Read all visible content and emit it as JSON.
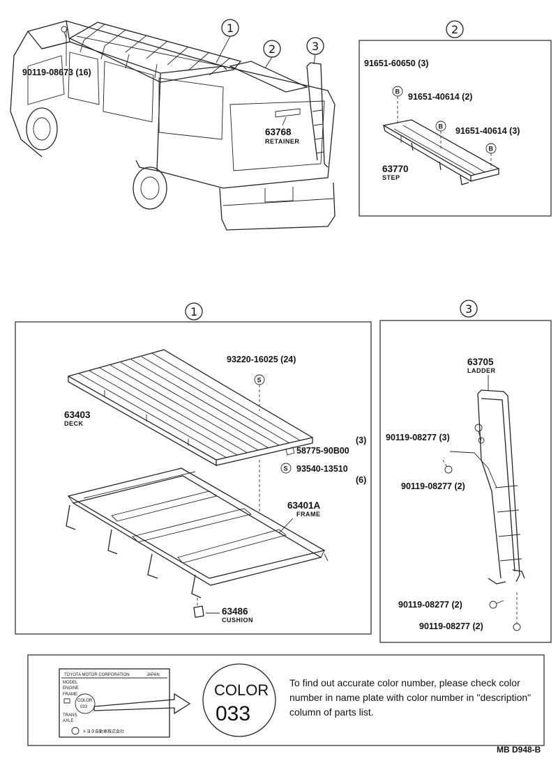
{
  "callouts": {
    "c1": "1",
    "c2": "2",
    "c3": "3"
  },
  "top": {
    "bolt_roof": {
      "pn": "90119-08673",
      "qty": "(16)"
    },
    "retainer": {
      "pn": "63768",
      "name": "RETAINER"
    }
  },
  "step_box": {
    "p1": {
      "pn": "91651-60650",
      "qty": "(3)"
    },
    "p2": {
      "pn": "91651-40614",
      "qty": "(2)"
    },
    "p3": {
      "pn": "91651-40614",
      "qty": "(3)"
    },
    "step": {
      "pn": "63770",
      "name": "STEP"
    },
    "sym_b": "B"
  },
  "deck_box": {
    "deck": {
      "pn": "63403",
      "name": "DECK"
    },
    "screw": {
      "pn": "93220-16025",
      "qty": "(24)"
    },
    "nut": {
      "pn": "58775-90B00",
      "qty": "(3)"
    },
    "screw2": {
      "pn": "93540-13510",
      "qty": "(6)"
    },
    "frame": {
      "pn": "63401A",
      "name": "FRAME"
    },
    "cushion": {
      "pn": "63486",
      "name": "CUSHION"
    },
    "sym_s": "S"
  },
  "ladder_box": {
    "ladder": {
      "pn": "63705",
      "name": "LADDER"
    },
    "b1": {
      "pn": "90119-08277",
      "qty": "(3)"
    },
    "b2": {
      "pn": "90119-08277",
      "qty": "(2)"
    },
    "b3": {
      "pn": "90119-08277",
      "qty": "(2)"
    },
    "b4": {
      "pn": "90119-08277",
      "qty": "(2)"
    }
  },
  "note": {
    "plate_maker": "TOYOTA MOTOR CORPORATION",
    "plate_country": "JAPAN",
    "plate_model": "MODEL",
    "plate_engine": "ENGINE",
    "plate_frame": "FRAME",
    "plate_color_word": "COLOR",
    "plate_color_num": "033",
    "plate_trans": "TRANS",
    "plate_axle": "AXLE",
    "plate_footer": "トヨタ自動車株式会社",
    "color_word": "COLOR",
    "color_num": "033",
    "text": "To find out accurate color number, please check color number in name plate with color number in \"description\" column of parts list."
  },
  "figure_id": "MB D948-B"
}
